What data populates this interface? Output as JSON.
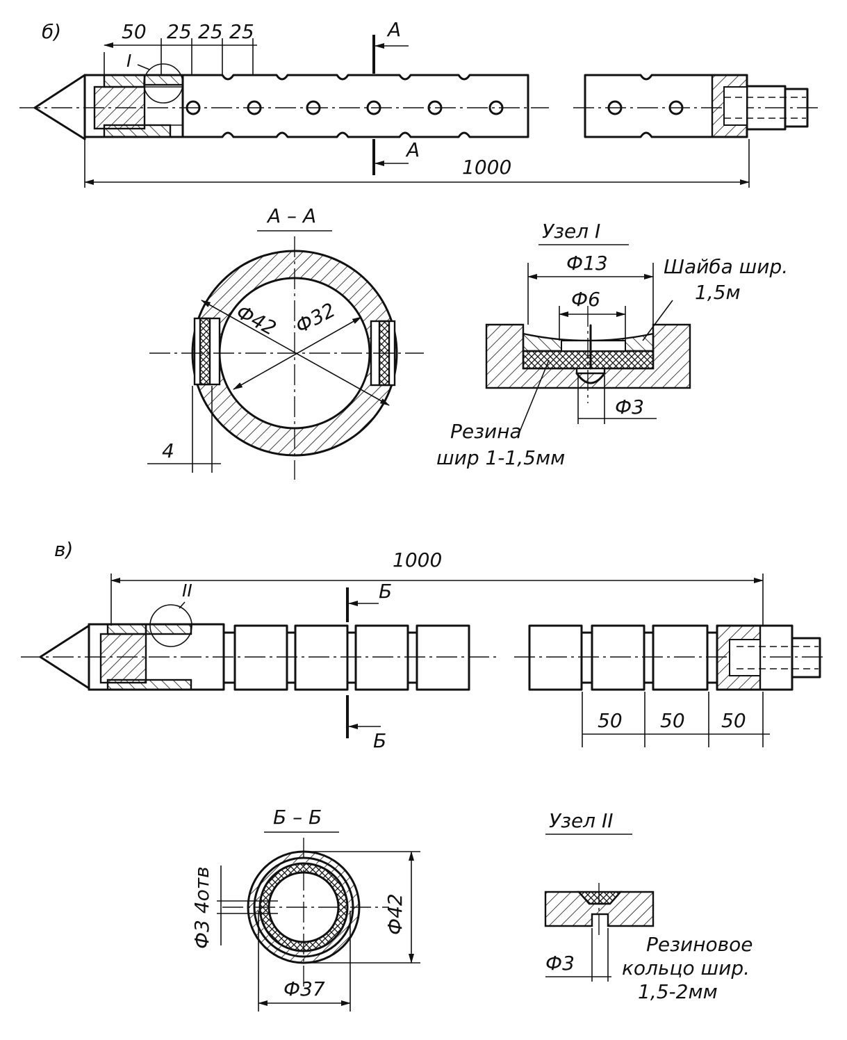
{
  "view_b": {
    "label": "б)",
    "detail_marker": "I",
    "section_mark_top": "A",
    "section_mark_bottom": "A",
    "dim_top": [
      "50",
      "25",
      "25",
      "25"
    ],
    "dim_length": "1000"
  },
  "section_aa": {
    "title": "A – A",
    "dia_outer": "Ф42",
    "dia_inner": "Ф32",
    "dim_width": "4"
  },
  "node_1": {
    "title": "Узел I",
    "dia_13": "Ф13",
    "dia_6": "Ф6",
    "dia_3": "Ф3",
    "washer_line1": "Шайба шир.",
    "washer_line2": "1,5м",
    "rubber_line1": "Резина",
    "rubber_line2": "шир 1-1,5мм"
  },
  "view_v": {
    "label": "в)",
    "detail_marker": "II",
    "section_mark_top": "Б",
    "section_mark_bottom": "Б",
    "dim_length": "1000",
    "dim_bottom": [
      "50",
      "50",
      "50"
    ]
  },
  "section_bb": {
    "title": "Б – Б",
    "dia_holes": "Ф3 4отв",
    "dia_outer": "Ф42",
    "dia_inner": "Ф37"
  },
  "node_2": {
    "title": "Узел II",
    "dia_3": "Ф3",
    "ring_line1": "Резиновое",
    "ring_line2": "кольцо шир.",
    "ring_line3": "1,5-2мм"
  }
}
